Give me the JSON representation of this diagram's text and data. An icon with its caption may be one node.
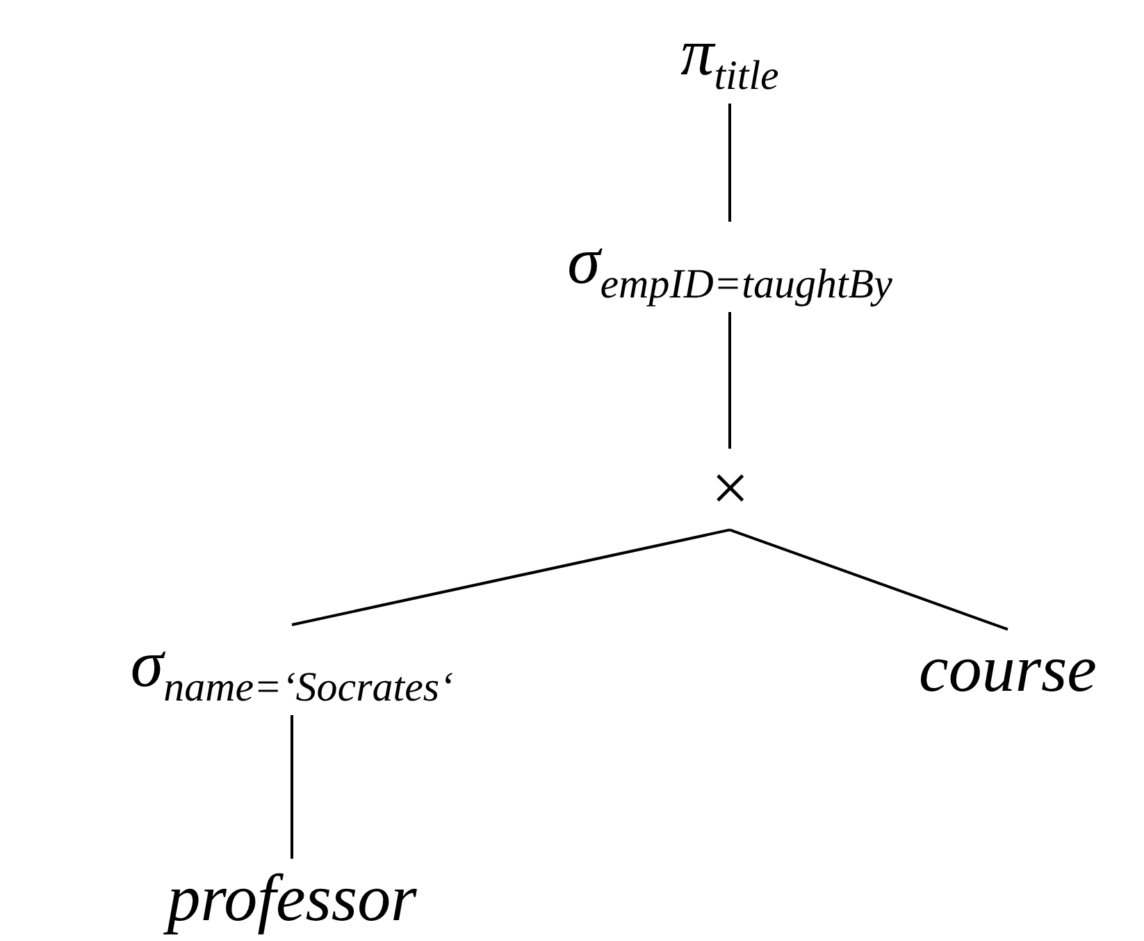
{
  "diagram": {
    "nodes": [
      {
        "text": [
          "π$_{title}$"
        ]
      },
      {
        "text": [
          "σ$_{empID=taughtBy}$"
        ]
      },
      {
        "text": [
          "×"
        ]
      },
      {
        "text": [
          "σ$_{name=‘Socrates‘}$"
        ]
      },
      {
        "text": [
          "course"
        ]
      },
      {
        "text": [
          "professor"
        ]
      }
    ],
    "edges": [
      {
        "from": 0,
        "to": 1,
        "arrow": "none"
      },
      {
        "from": 1,
        "to": 2,
        "arrow": "none"
      },
      {
        "from": 2,
        "to": 3,
        "arrow": "none"
      },
      {
        "from": 2,
        "to": 4,
        "arrow": "none"
      },
      {
        "from": 3,
        "to": 5,
        "arrow": "none"
      }
    ]
  }
}
